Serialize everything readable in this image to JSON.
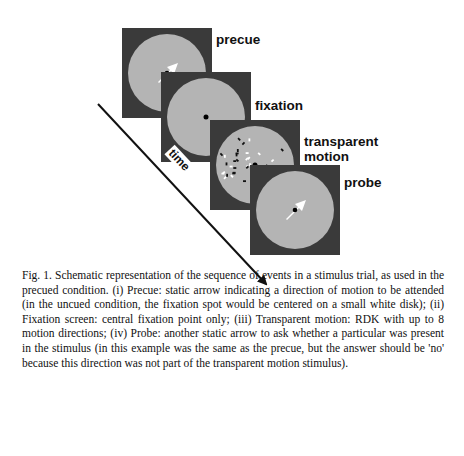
{
  "diagram": {
    "caption": "Fig. 1. Schematic representation of the sequence of events in a stimulus trial, as used in the precued condition. (i) Precue: static arrow indicating a direction of motion to be attended (in the uncued condition, the fixation spot would be centered on a small white disk); (ii) Fixation screen: central fixation point only; (iii) Transparent motion: RDK with up to 8 motion directions; (iv) Probe: another static arrow to ask whether a particular was present in the stimulus (in this example was the same as the precue, but the answer should be 'no' because this direction was not part of the transparent motion stimulus).",
    "nodes": [
      {
        "text": [
          "precue"
        ]
      },
      {
        "text": [
          "fixation"
        ]
      },
      {
        "text": [
          "transparent motion"
        ]
      },
      {
        "text": [
          "probe"
        ]
      }
    ],
    "labels": [
      "time"
    ]
  }
}
